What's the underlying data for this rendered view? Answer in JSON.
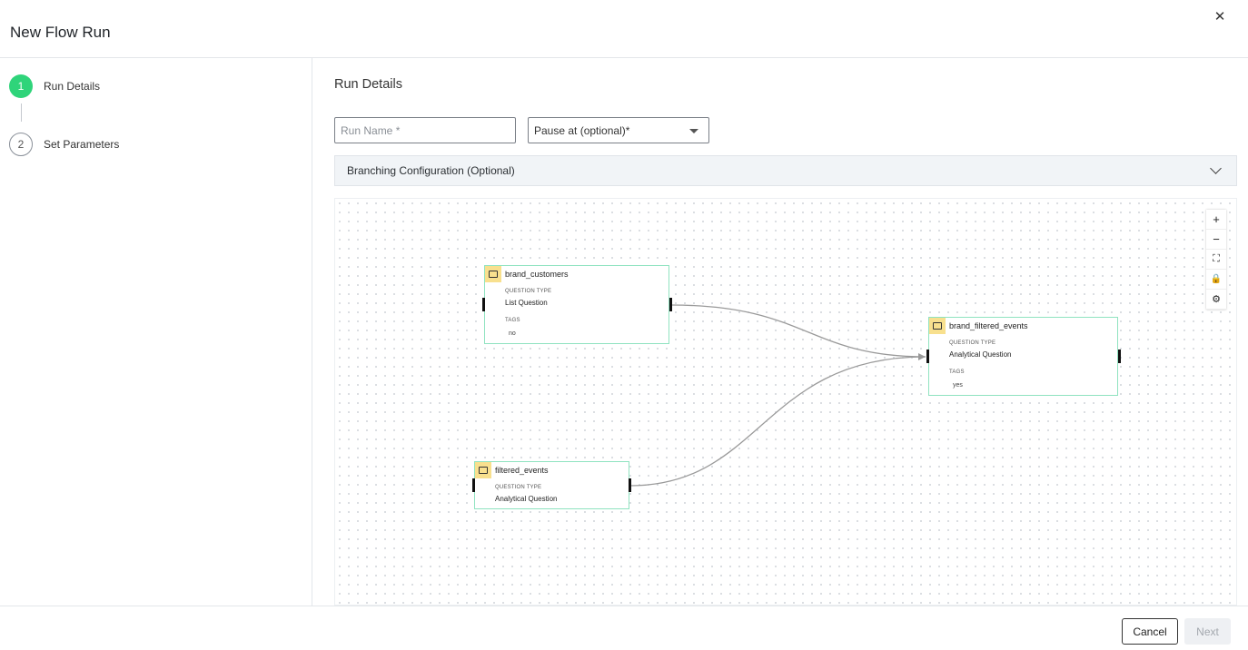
{
  "dialog": {
    "title": "New Flow Run",
    "close_glyph": "✕"
  },
  "steps": [
    {
      "number": "1",
      "label": "Run Details",
      "state": "active"
    },
    {
      "number": "2",
      "label": "Set Parameters",
      "state": "inactive"
    }
  ],
  "main": {
    "title": "Run Details",
    "run_name": {
      "placeholder": "Run Name *",
      "value": ""
    },
    "pause_at": {
      "value": "Pause at (optional)*"
    },
    "branching": {
      "label": "Branching Configuration (Optional)"
    }
  },
  "canvas": {
    "controls": [
      {
        "name": "zoom-in",
        "glyph": "+"
      },
      {
        "name": "zoom-out",
        "glyph": "−"
      },
      {
        "name": "fit-view",
        "glyph": "⛶"
      },
      {
        "name": "lock",
        "glyph": "🔒"
      },
      {
        "name": "settings",
        "glyph": "⚙"
      }
    ],
    "nodes": [
      {
        "id": "brand_customers",
        "title": "brand_customers",
        "type_label": "QUESTION TYPE",
        "type": "List Question",
        "tags_label": "TAGS",
        "tag": "no"
      },
      {
        "id": "brand_filtered_events",
        "title": "brand_filtered_events",
        "type_label": "QUESTION TYPE",
        "type": "Analytical Question",
        "tags_label": "TAGS",
        "tag": "yes"
      },
      {
        "id": "filtered_events",
        "title": "filtered_events",
        "type_label": "QUESTION TYPE",
        "type": "Analytical Question"
      }
    ],
    "edges": [
      {
        "from": "brand_customers",
        "to": "brand_filtered_events"
      },
      {
        "from": "filtered_events",
        "to": "brand_filtered_events"
      }
    ],
    "colors": {
      "node_border": "#8fe3c0",
      "node_icon": "#f8e08e",
      "edge": "#9a9a9a",
      "step_active": "#2fd47a"
    }
  },
  "footer": {
    "cancel_label": "Cancel",
    "next_label": "Next"
  }
}
